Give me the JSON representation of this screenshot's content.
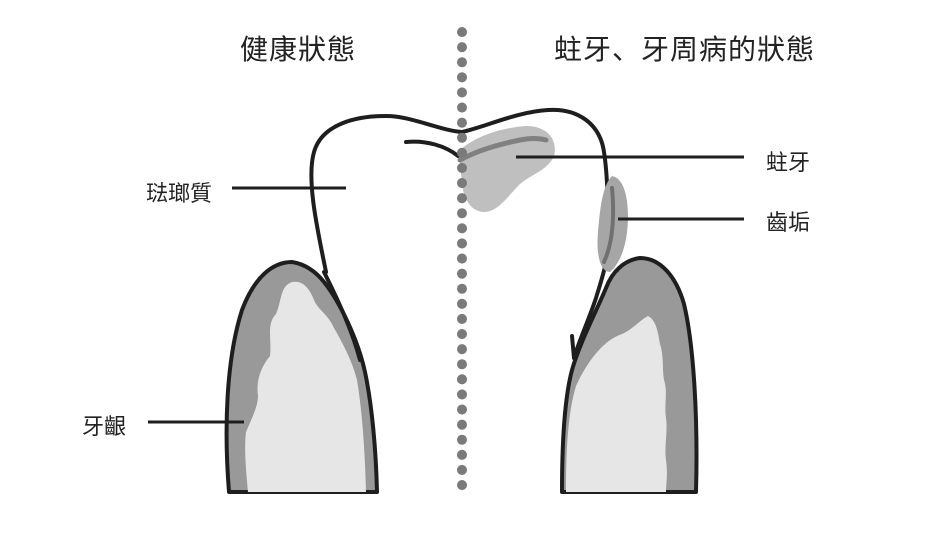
{
  "titles": {
    "left": "健康狀態",
    "right": "蛀牙、牙周病的狀態"
  },
  "labels": {
    "enamel": "琺瑯質",
    "gum": "牙齦",
    "caries": "蛀牙",
    "plaque": "齒垢"
  },
  "colors": {
    "outline": "#1e1e1e",
    "gum_dark": "#999999",
    "gum_light": "#e6e6e6",
    "lesion": "#bfbfbf",
    "lesion_line": "#808080",
    "divider": "#7a7a7a"
  }
}
